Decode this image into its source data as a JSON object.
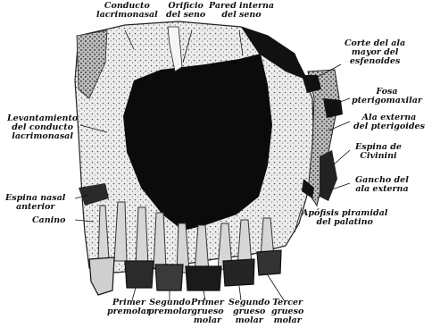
{
  "labels": {
    "conducto_lacrimonasal": [
      "Conducto",
      "lacrimonasal"
    ],
    "orificio_del_seno": [
      "Orificio",
      "del seno"
    ],
    "pared_interna_del_seno": [
      "Pared interna",
      "del seno"
    ],
    "corte_ala_mayor": [
      "Corte del ala",
      "mayor del",
      "esfenoides"
    ],
    "fosa_pterigomaxilar": [
      "Fosa",
      "pterigomaxilar"
    ],
    "ala_externa_pterigoides": [
      "Ala externa",
      "del pterigoides"
    ],
    "espina_de_civinini": [
      "Espina de",
      "Civinini"
    ],
    "gancho_ala_externa": [
      "Gancho del",
      "ala externa"
    ],
    "apofisis_piramidal": [
      "Apófisis piramidal",
      "del palatino"
    ],
    "levantamiento_conducto": [
      "Levantamiento",
      "del conducto",
      "lacrimonasal"
    ],
    "espina_nasal_anterior": [
      "Espina nasal",
      "anterior"
    ],
    "canino": [
      "Canino"
    ],
    "primer_premolar": [
      "Primer",
      "premolar"
    ],
    "segundo_premolar": [
      "Segundo",
      "premolar"
    ],
    "primer_grueso_molar": [
      "Primer",
      "grueso",
      "molar"
    ],
    "segundo_grueso_molar": [
      "Segundo",
      "grueso",
      "molar"
    ],
    "tercer_grueso_molar": [
      "Tercer",
      "grueso",
      "molar"
    ]
  }
}
